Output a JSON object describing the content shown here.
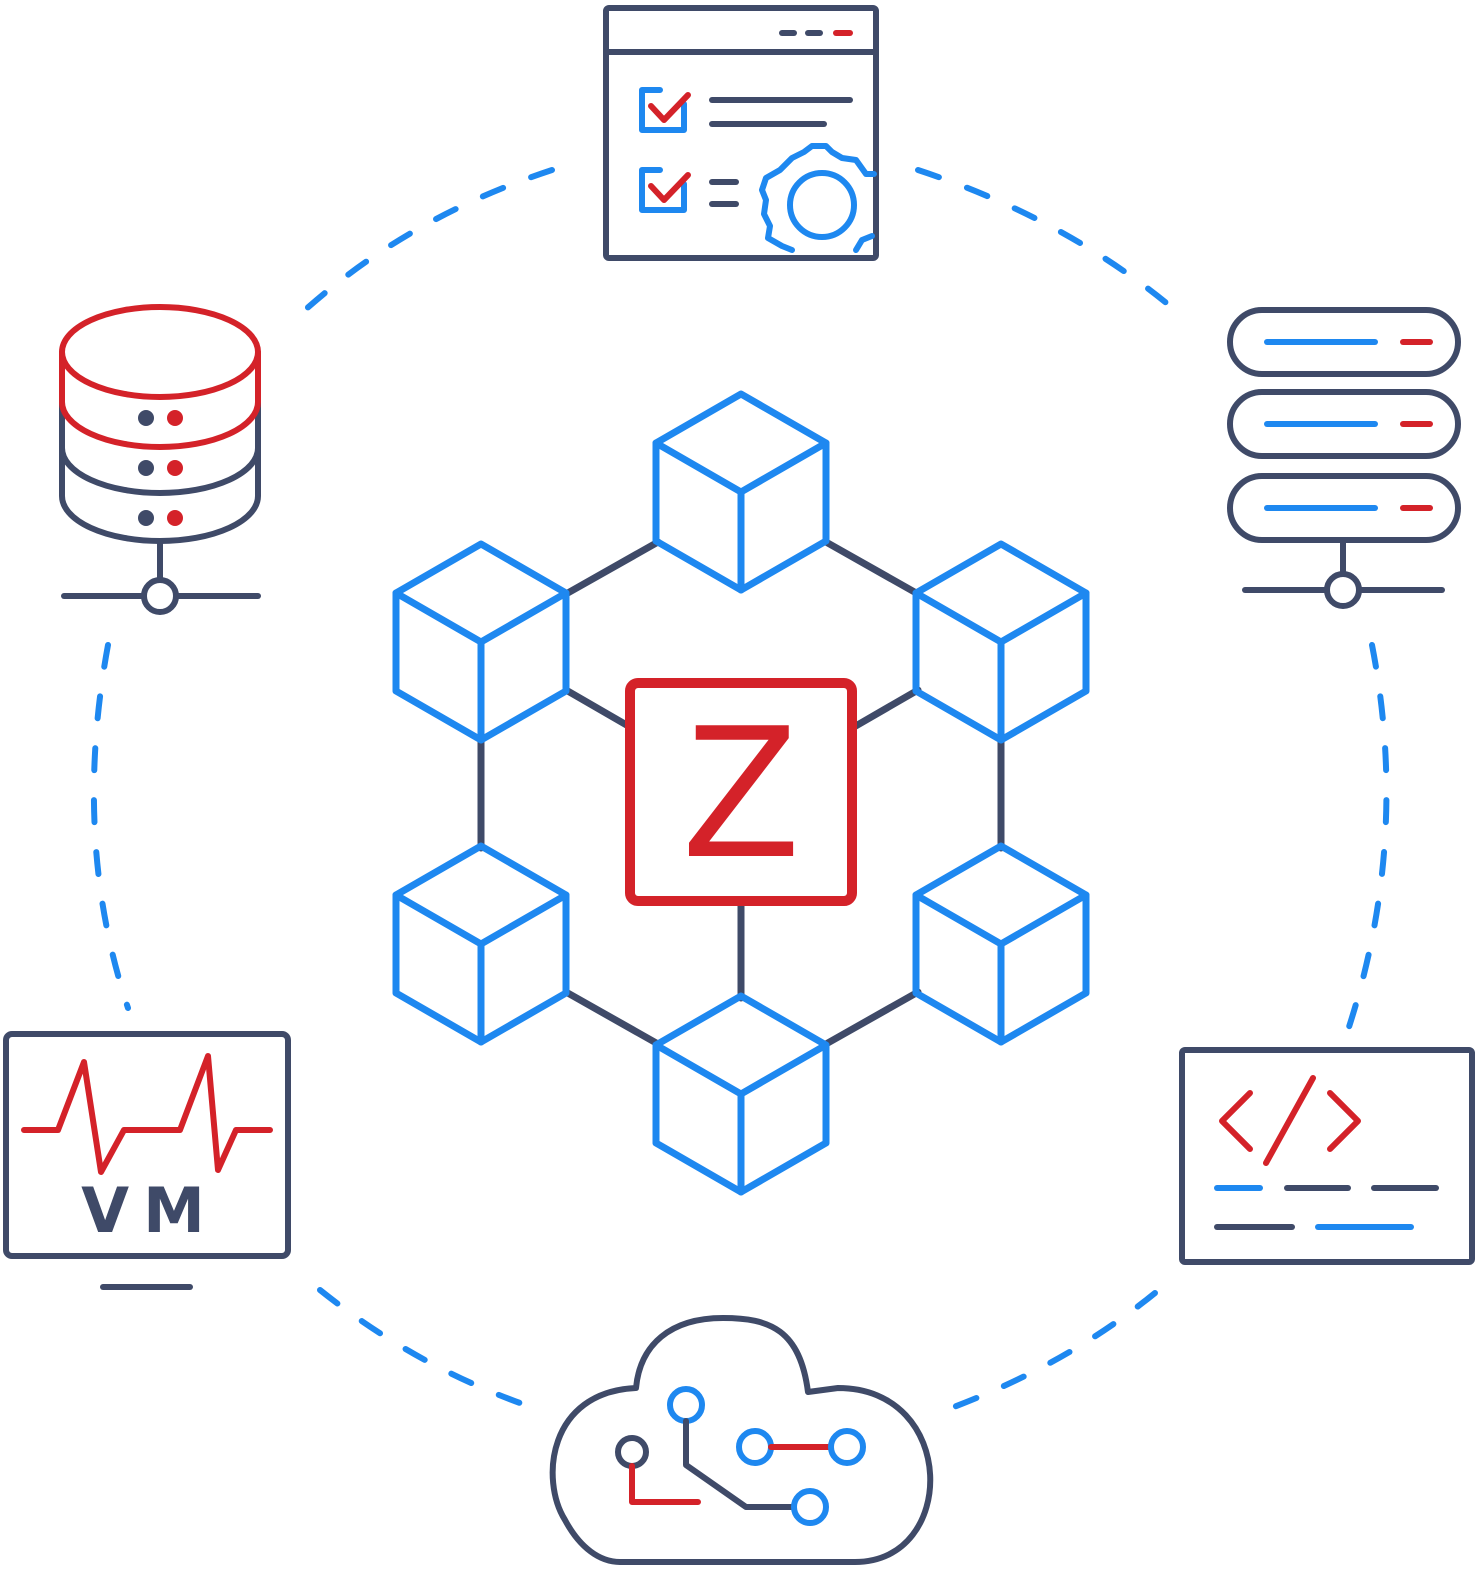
{
  "colors": {
    "navy": "#3f4a68",
    "blue": "#1e88f0",
    "red": "#d42229"
  },
  "hub": {
    "logo_letter": "Z",
    "icon": "z-logo-block-icon"
  },
  "network": {
    "node_icon": "cube-icon",
    "node_count": 6
  },
  "icons": {
    "dashboard": "checklist-settings-window-icon",
    "server": "server-rack-icon",
    "code": "code-window-icon",
    "cloud": "cloud-network-icon",
    "monitor": "vm-monitor-icon",
    "database": "database-icon"
  },
  "monitor": {
    "label": "VM"
  },
  "code_window": {
    "glyph": "</>"
  }
}
